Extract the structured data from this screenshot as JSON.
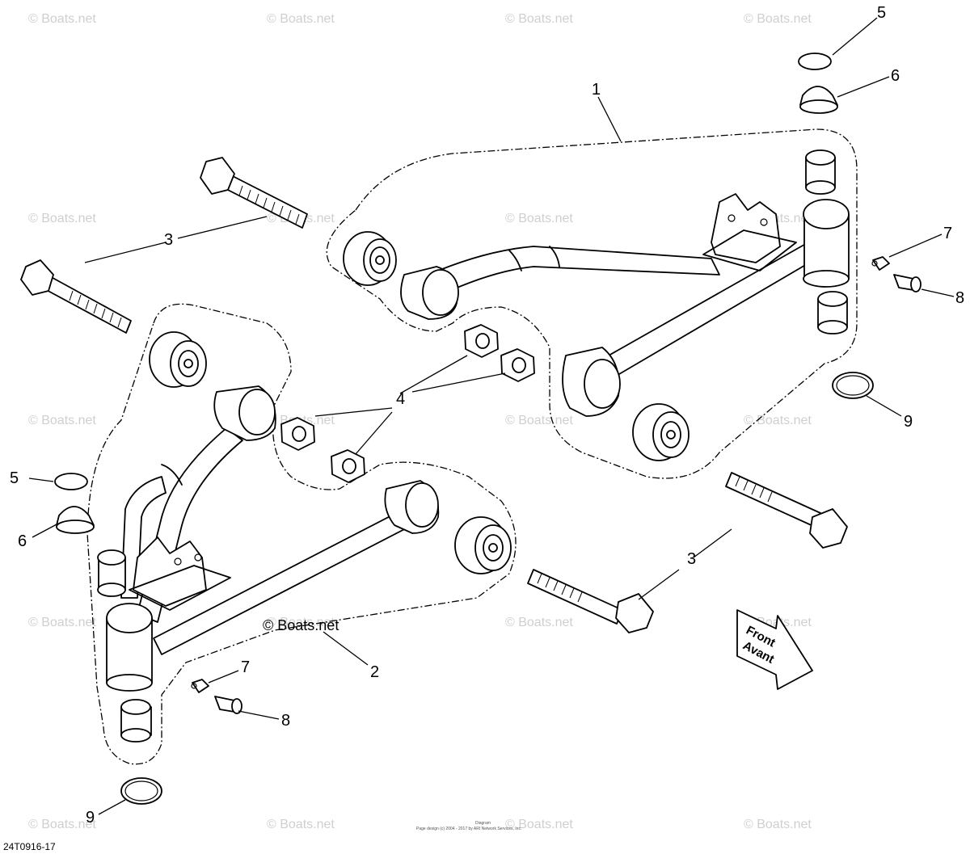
{
  "callouts": [
    "1",
    "2",
    "3",
    "4",
    "5",
    "6",
    "7",
    "8",
    "9"
  ],
  "watermark": "© Boats.net",
  "center_mark": "© Boats.net",
  "front_label_1": "Front",
  "front_label_2": "Avant",
  "diagram_code": "24T0916-17",
  "footer_line_1": "Diagram",
  "footer_line_2": "Page design (c) 2004 - 2017 by ARI Network Services, Inc.",
  "colors": {
    "line": "#000000",
    "watermark": "#cfcfcf",
    "background": "#ffffff"
  }
}
